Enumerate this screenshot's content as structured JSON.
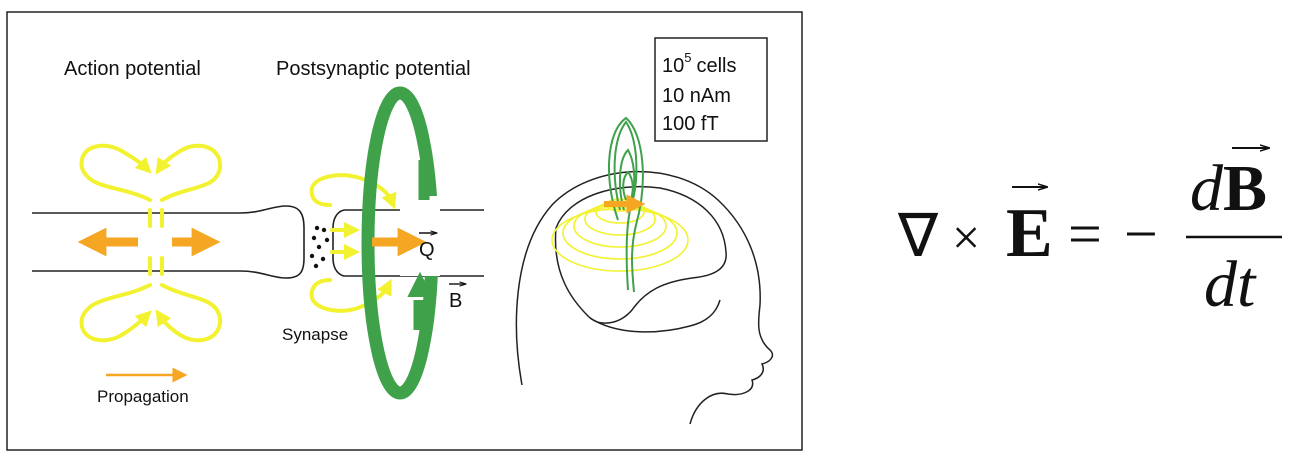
{
  "diagram": {
    "labels": {
      "action_potential": "Action potential",
      "postsynaptic_potential": "Postsynaptic potential",
      "synapse": "Synapse",
      "propagation": "Propagation",
      "q_vector": "Q",
      "b_vector": "B"
    },
    "info_box": {
      "cells_base": "10",
      "cells_exp": "5",
      "cells_unit": "cells",
      "moment": "10 nAm",
      "field": "100 fT"
    },
    "colors": {
      "current_loops": "#f2f230",
      "current_arrows": "#f5a623",
      "magnetic_field": "#3fa14a",
      "outline": "#222222",
      "frame": "#222222"
    }
  },
  "equation": {
    "nabla": "∇",
    "times": "×",
    "e_field": "E",
    "equals": "=",
    "minus": "−",
    "numerator_d": "d",
    "numerator_b": "B",
    "denominator": "dt"
  }
}
